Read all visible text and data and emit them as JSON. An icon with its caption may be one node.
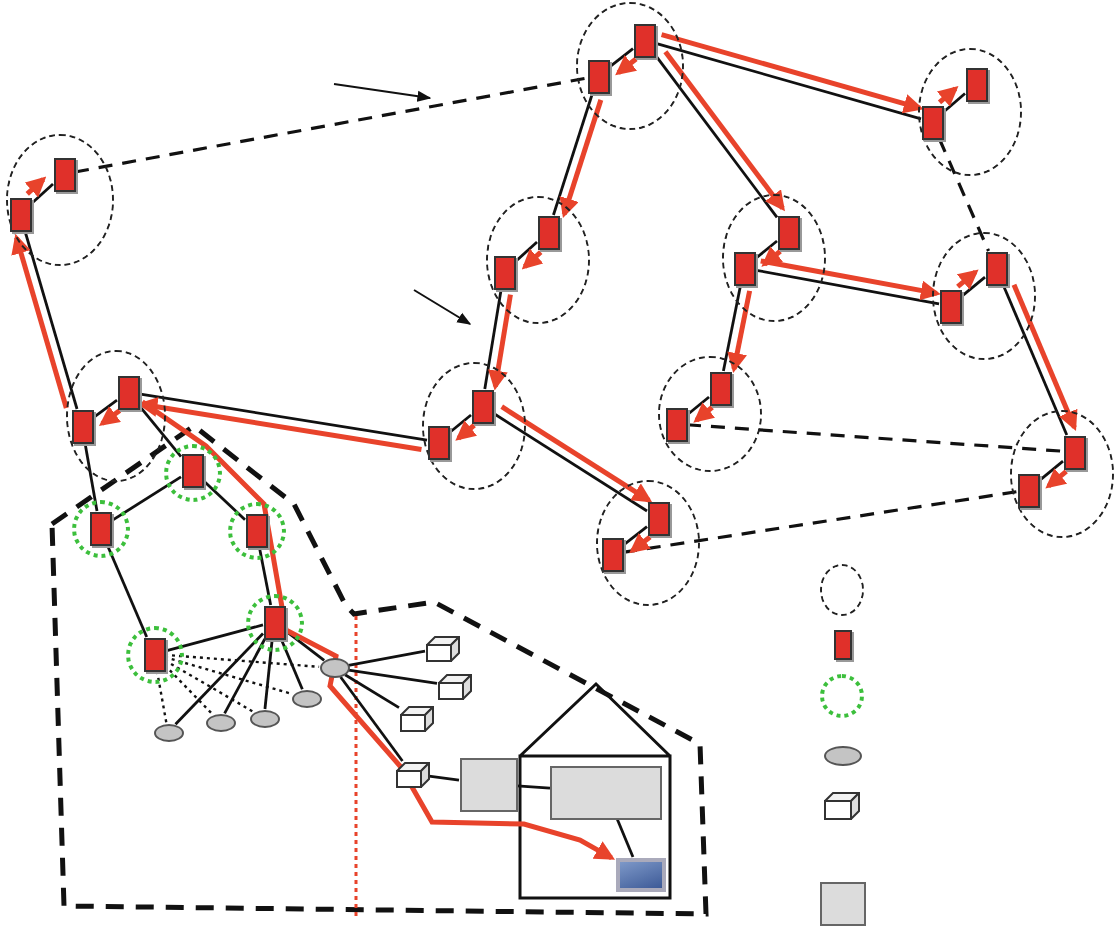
{
  "diagram": {
    "nodes": [
      {
        "text": [],
        "shape": "circle"
      },
      {
        "text": [],
        "shape": "box",
        "in": 0
      },
      {
        "text": [],
        "shape": "box",
        "in": 0
      },
      {
        "text": [],
        "shape": "circle"
      },
      {
        "text": [],
        "shape": "box",
        "in": 3
      },
      {
        "text": [],
        "shape": "box",
        "in": 3
      },
      {
        "text": [],
        "shape": "circle"
      },
      {
        "text": [],
        "shape": "box",
        "in": 6
      },
      {
        "text": [],
        "shape": "box",
        "in": 6
      },
      {
        "text": [],
        "shape": "circle"
      },
      {
        "text": [],
        "shape": "box",
        "in": 9
      },
      {
        "text": [],
        "shape": "box",
        "in": 9
      },
      {
        "text": [],
        "shape": "circle"
      },
      {
        "text": [],
        "shape": "box",
        "in": 12
      },
      {
        "text": [],
        "shape": "box",
        "in": 12
      },
      {
        "text": [],
        "shape": "circle"
      },
      {
        "text": [],
        "shape": "box",
        "in": 15
      },
      {
        "text": [],
        "shape": "box",
        "in": 15
      },
      {
        "text": [],
        "shape": "circle"
      },
      {
        "text": [],
        "shape": "box",
        "in": 18
      },
      {
        "text": [],
        "shape": "box",
        "in": 18
      },
      {
        "text": [],
        "shape": "circle"
      },
      {
        "text": [],
        "shape": "box",
        "in": 21
      },
      {
        "text": [],
        "shape": "box",
        "in": 21
      },
      {
        "text": [],
        "shape": "circle"
      },
      {
        "text": [],
        "shape": "box",
        "in": 24
      },
      {
        "text": [],
        "shape": "box",
        "in": 24
      },
      {
        "text": [],
        "shape": "circle"
      },
      {
        "text": [],
        "shape": "box",
        "in": 27
      },
      {
        "text": [],
        "shape": "box",
        "in": 27
      },
      {
        "text": [],
        "shape": "circle"
      },
      {
        "text": [],
        "shape": "box",
        "in": 30
      },
      {
        "text": [],
        "shape": "box",
        "in": 30
      },
      {
        "text": [],
        "shape": "ring"
      },
      {
        "text": [],
        "shape": "box",
        "in": 33
      },
      {
        "text": [],
        "shape": "ring"
      },
      {
        "text": [],
        "shape": "box",
        "in": 35
      },
      {
        "text": [],
        "shape": "ring"
      },
      {
        "text": [],
        "shape": "box",
        "in": 37
      },
      {
        "text": [],
        "shape": "ring"
      },
      {
        "text": [],
        "shape": "box",
        "in": 39
      },
      {
        "text": [],
        "shape": "ring"
      },
      {
        "text": [],
        "shape": "box",
        "in": 41
      },
      {
        "text": [],
        "shape": "ellipse"
      },
      {
        "text": [],
        "shape": "ellipse"
      },
      {
        "text": [],
        "shape": "ellipse"
      },
      {
        "text": [],
        "shape": "ellipse"
      },
      {
        "text": [],
        "shape": "ellipse"
      },
      {
        "text": [],
        "shape": "cube"
      },
      {
        "text": [],
        "shape": "cube"
      },
      {
        "text": [],
        "shape": "cube"
      },
      {
        "text": [],
        "shape": "cube"
      },
      {
        "text": [],
        "shape": "square"
      },
      {
        "text": [],
        "shape": "square"
      },
      {
        "text": [],
        "shape": "screen"
      },
      {
        "text": [],
        "shape": "circle"
      },
      {
        "text": [],
        "shape": "box"
      },
      {
        "text": [],
        "shape": "ring"
      },
      {
        "text": [],
        "shape": "ellipse"
      },
      {
        "text": [],
        "shape": "cube"
      },
      {
        "text": [],
        "shape": "square"
      }
    ],
    "edges": [
      {
        "from": 1,
        "to": 2,
        "arrow": "none"
      },
      {
        "from": 4,
        "to": 5,
        "arrow": "none"
      },
      {
        "from": 7,
        "to": 8,
        "arrow": "none"
      },
      {
        "from": 10,
        "to": 11,
        "arrow": "none"
      },
      {
        "from": 13,
        "to": 14,
        "arrow": "none"
      },
      {
        "from": 16,
        "to": 17,
        "arrow": "none"
      },
      {
        "from": 19,
        "to": 20,
        "arrow": "none"
      },
      {
        "from": 22,
        "to": 23,
        "arrow": "none"
      },
      {
        "from": 25,
        "to": 26,
        "arrow": "none"
      },
      {
        "from": 28,
        "to": 29,
        "arrow": "none"
      },
      {
        "from": 31,
        "to": 32,
        "arrow": "none"
      },
      {
        "from": 1,
        "to": 25,
        "arrow": "none"
      },
      {
        "from": 25,
        "to": 36,
        "arrow": "none"
      },
      {
        "from": 26,
        "to": 28,
        "arrow": "none"
      },
      {
        "from": 29,
        "to": 10,
        "arrow": "none"
      },
      {
        "from": 11,
        "to": 4,
        "arrow": "none"
      },
      {
        "from": 5,
        "to": 7,
        "arrow": "none"
      },
      {
        "from": 5,
        "to": 14,
        "arrow": "none"
      },
      {
        "from": 13,
        "to": 16,
        "arrow": "none"
      },
      {
        "from": 13,
        "to": 20,
        "arrow": "none"
      },
      {
        "from": 17,
        "to": 23,
        "arrow": "none"
      },
      {
        "from": 29,
        "to": 32,
        "arrow": "none"
      },
      {
        "from": 2,
        "to": 4,
        "arrow": "none",
        "style": "dashed"
      },
      {
        "from": 7,
        "to": 17,
        "arrow": "none",
        "style": "dashed"
      },
      {
        "from": 19,
        "to": 23,
        "arrow": "none",
        "style": "dashed"
      },
      {
        "from": 31,
        "to": 22,
        "arrow": "none",
        "style": "dashed"
      },
      {
        "from": 26,
        "to": 34,
        "arrow": "none"
      },
      {
        "from": 34,
        "to": 36,
        "arrow": "none"
      },
      {
        "from": 34,
        "to": 38,
        "arrow": "none"
      },
      {
        "from": 36,
        "to": 40,
        "arrow": "none"
      },
      {
        "from": 38,
        "to": 42,
        "arrow": "none"
      },
      {
        "from": 40,
        "to": 42,
        "arrow": "none"
      },
      {
        "from": 42,
        "to": 43,
        "arrow": "none"
      },
      {
        "from": 42,
        "to": 44,
        "arrow": "none"
      },
      {
        "from": 42,
        "to": 45,
        "arrow": "none"
      },
      {
        "from": 42,
        "to": 46,
        "arrow": "none"
      },
      {
        "from": 40,
        "to": 43,
        "arrow": "none",
        "style": "dashed"
      },
      {
        "from": 40,
        "to": 44,
        "arrow": "none",
        "style": "dashed"
      },
      {
        "from": 40,
        "to": 45,
        "arrow": "none",
        "style": "dashed"
      },
      {
        "from": 40,
        "to": 46,
        "arrow": "none",
        "style": "dashed"
      },
      {
        "from": 40,
        "to": 47,
        "arrow": "none",
        "style": "dashed"
      },
      {
        "from": 42,
        "to": 47,
        "arrow": "none"
      },
      {
        "from": 47,
        "to": 48,
        "arrow": "none"
      },
      {
        "from": 47,
        "to": 49,
        "arrow": "none"
      },
      {
        "from": 47,
        "to": 50,
        "arrow": "none"
      },
      {
        "from": 47,
        "to": 51,
        "arrow": "none"
      },
      {
        "from": 51,
        "to": 52,
        "arrow": "none"
      },
      {
        "from": 52,
        "to": 53,
        "arrow": "none"
      },
      {
        "from": 53,
        "to": 54,
        "arrow": "none"
      },
      {
        "from": 25,
        "to": 1,
        "arrow": "to",
        "color": "#e8432b"
      },
      {
        "from": 1,
        "to": 2,
        "arrow": "to",
        "color": "#e8432b"
      },
      {
        "from": 28,
        "to": 26,
        "arrow": "to",
        "color": "#e8432b"
      },
      {
        "from": 26,
        "to": 25,
        "arrow": "to",
        "color": "#e8432b"
      },
      {
        "from": 29,
        "to": 28,
        "arrow": "to",
        "color": "#e8432b"
      },
      {
        "from": 10,
        "to": 29,
        "arrow": "to",
        "color": "#e8432b"
      },
      {
        "from": 11,
        "to": 10,
        "arrow": "to",
        "color": "#e8432b"
      },
      {
        "from": 4,
        "to": 11,
        "arrow": "to",
        "color": "#e8432b"
      },
      {
        "from": 5,
        "to": 4,
        "arrow": "to",
        "color": "#e8432b"
      },
      {
        "from": 5,
        "to": 7,
        "arrow": "to",
        "color": "#e8432b"
      },
      {
        "from": 7,
        "to": 8,
        "arrow": "to",
        "color": "#e8432b"
      },
      {
        "from": 5,
        "to": 14,
        "arrow": "to",
        "color": "#e8432b"
      },
      {
        "from": 14,
        "to": 13,
        "arrow": "to",
        "color": "#e8432b"
      },
      {
        "from": 13,
        "to": 16,
        "arrow": "to",
        "color": "#e8432b"
      },
      {
        "from": 16,
        "to": 17,
        "arrow": "to",
        "color": "#e8432b"
      },
      {
        "from": 17,
        "to": 23,
        "arrow": "to",
        "color": "#e8432b"
      },
      {
        "from": 23,
        "to": 22,
        "arrow": "to",
        "color": "#e8432b"
      },
      {
        "from": 13,
        "to": 20,
        "arrow": "to",
        "color": "#e8432b"
      },
      {
        "from": 20,
        "to": 19,
        "arrow": "to",
        "color": "#e8432b"
      },
      {
        "from": 29,
        "to": 32,
        "arrow": "to",
        "color": "#e8432b"
      },
      {
        "from": 32,
        "to": 31,
        "arrow": "to",
        "color": "#e8432b"
      },
      {
        "from": 26,
        "to": 54,
        "arrow": "to",
        "color": "#e8432b"
      }
    ]
  }
}
